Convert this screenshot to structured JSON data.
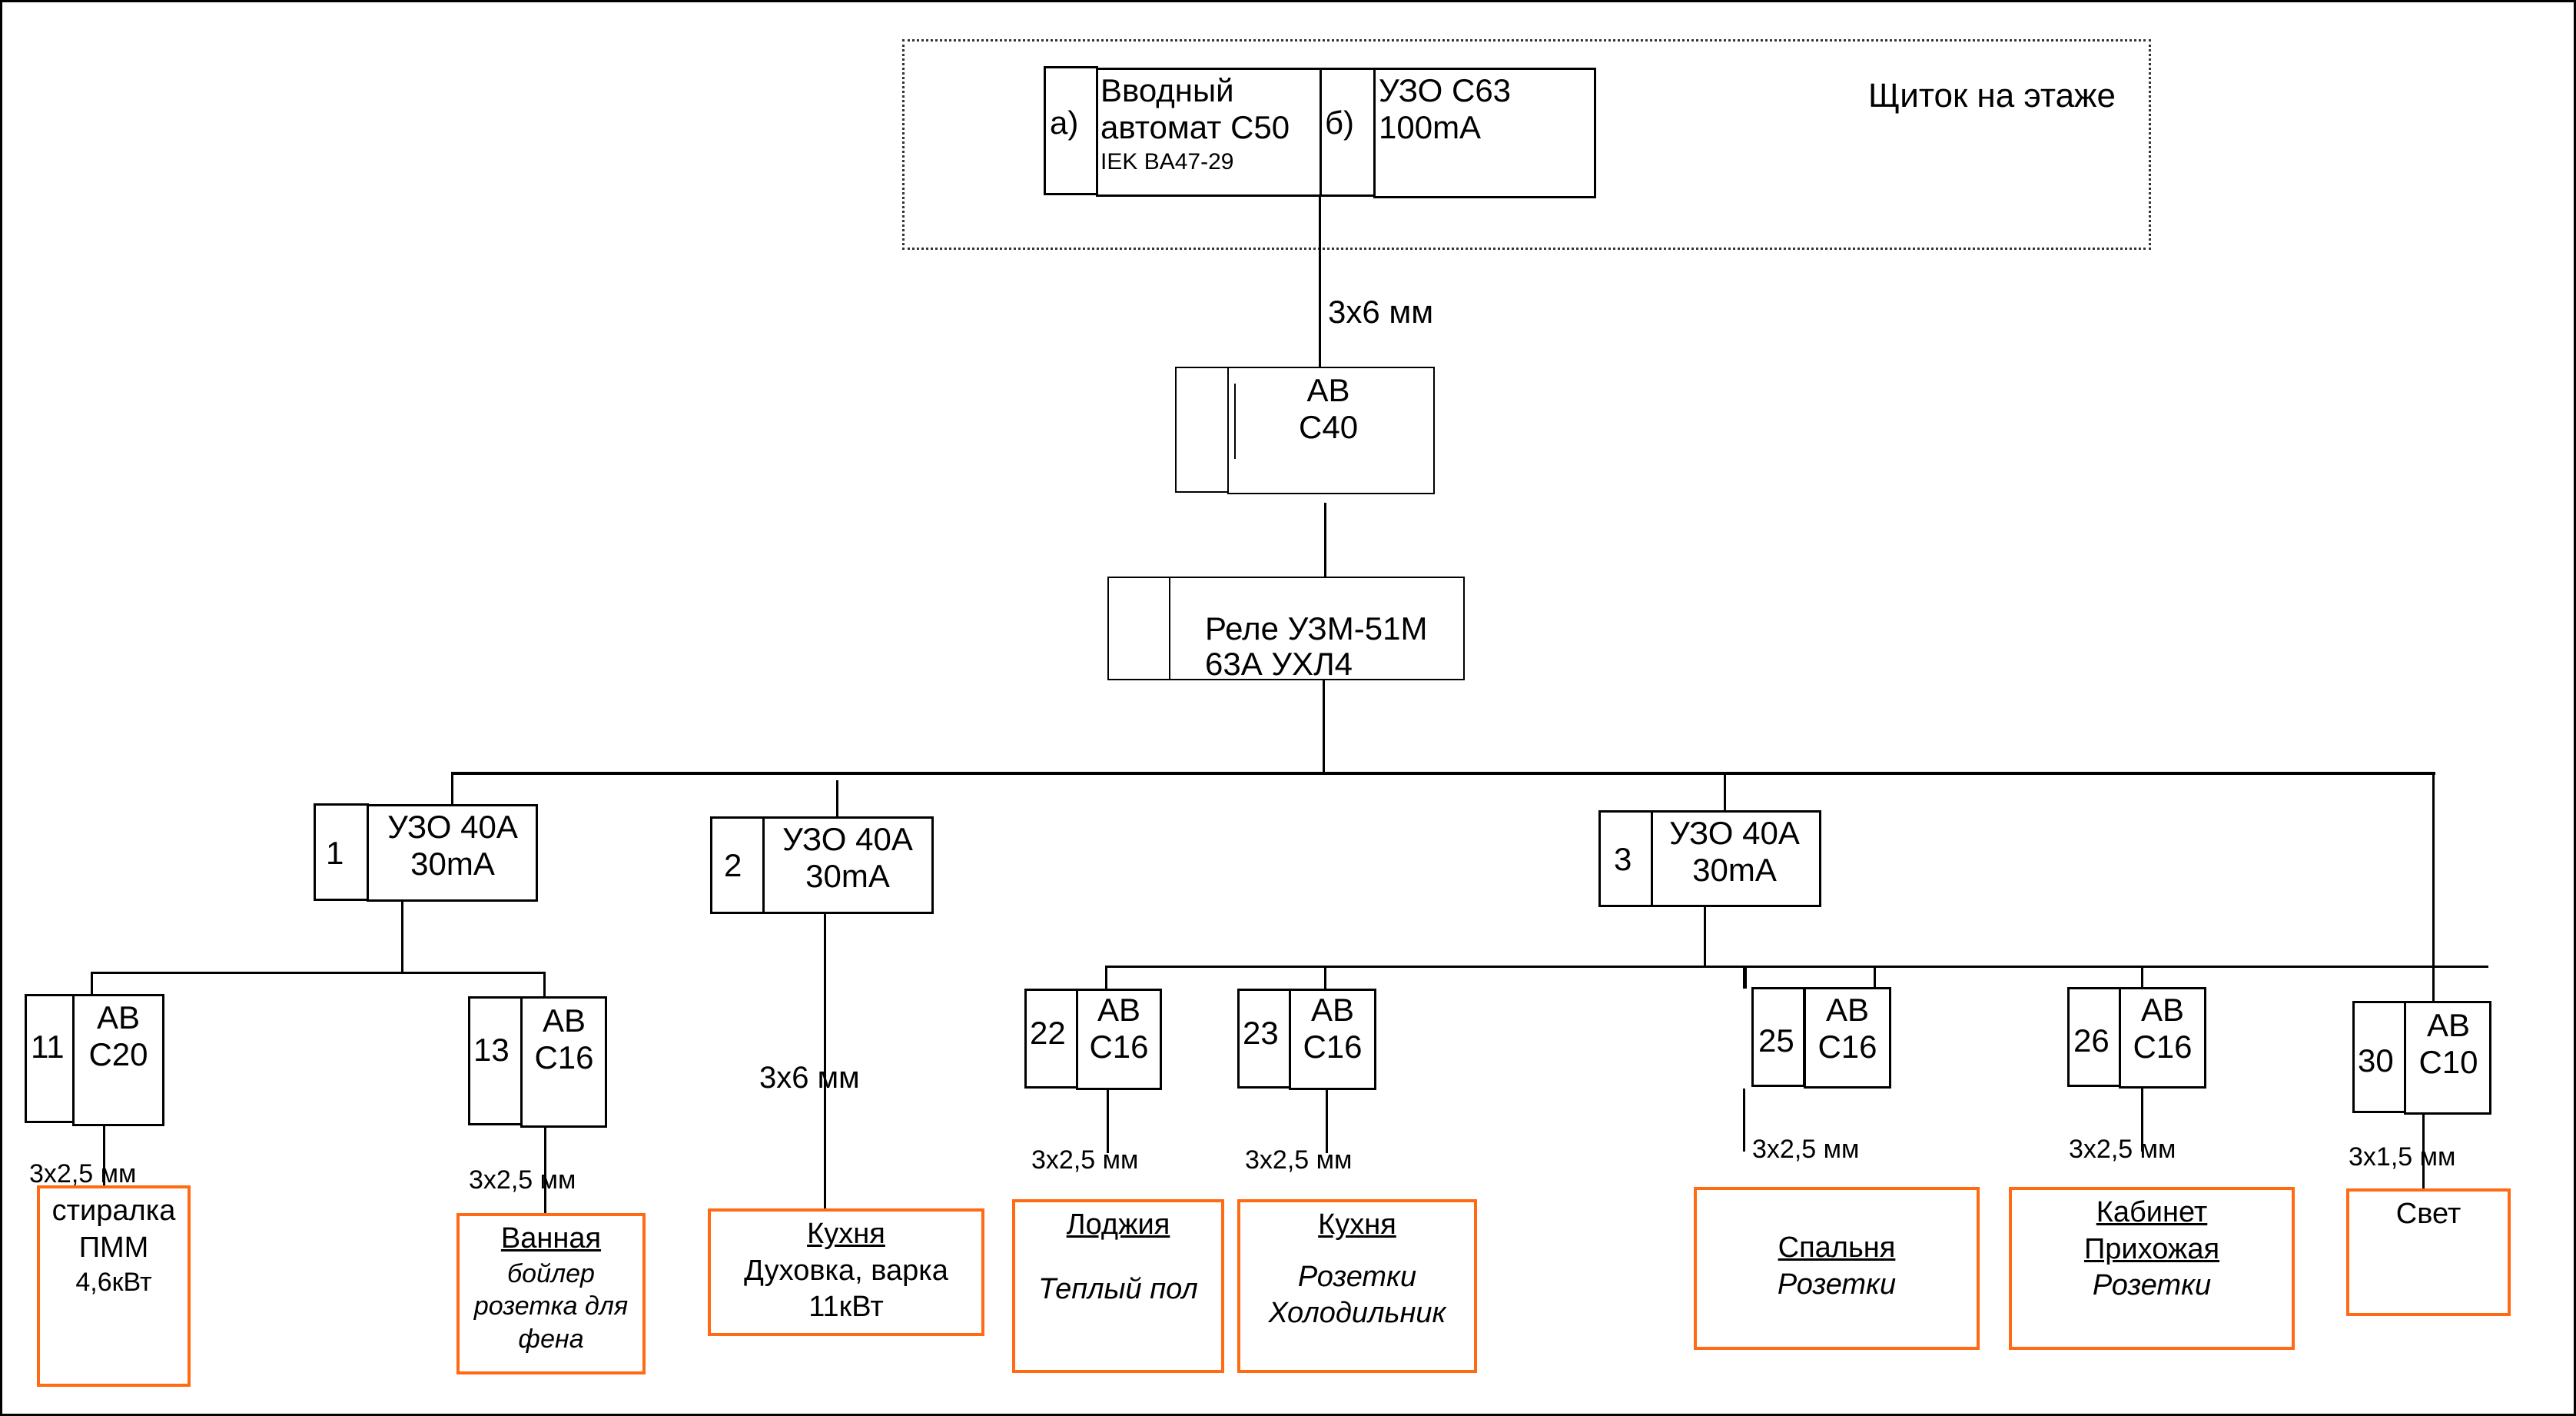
{
  "panel": {
    "title": "Щиток на этаже"
  },
  "main_breaker": {
    "tag": "а)",
    "line1": "Вводный",
    "line2": "автомат С50",
    "model": "IEK BA47-29"
  },
  "main_rcd": {
    "tag": "б)",
    "line1": "УЗО С63",
    "line2": "100mA"
  },
  "main_cable": "3x6 мм",
  "breaker_c40": {
    "line1": "АВ",
    "line2": "С40"
  },
  "relay": {
    "line1": "Реле УЗМ-51М",
    "line2": "63А УХЛ4"
  },
  "rcds": [
    {
      "num": "1",
      "line1": "УЗО 40А",
      "line2": "30mA"
    },
    {
      "num": "2",
      "line1": "УЗО 40А",
      "line2": "30mA"
    },
    {
      "num": "3",
      "line1": "УЗО 40А",
      "line2": "30mA"
    }
  ],
  "circuits": [
    {
      "num": "11",
      "line1": "АВ",
      "line2": "С20",
      "cable": "3x2,5 мм",
      "load": {
        "title": "",
        "plain": [
          "стиралка",
          "ПММ",
          "4,6кВт"
        ],
        "italic": []
      }
    },
    {
      "num": "13",
      "line1": "АВ",
      "line2": "С16",
      "cable": "3x2,5 мм",
      "load": {
        "title": "Ванная",
        "plain": [],
        "italic": [
          "бойлер",
          "розетка для",
          "фена"
        ]
      }
    },
    {
      "num": "",
      "line1": "",
      "line2": "",
      "cable": "3x6 мм",
      "load": {
        "title": "Кухня",
        "plain": [
          "Духовка, варка",
          "11кВт"
        ],
        "italic": []
      }
    },
    {
      "num": "22",
      "line1": "АВ",
      "line2": "С16",
      "cable": "3x2,5 мм",
      "load": {
        "title": "Лоджия",
        "plain": [],
        "italic": [
          "Теплый пол"
        ]
      }
    },
    {
      "num": "23",
      "line1": "АВ",
      "line2": "С16",
      "cable": "3x2,5 мм",
      "load": {
        "title": "Кухня",
        "plain": [],
        "italic": [
          "Розетки",
          "Холодильник"
        ]
      }
    },
    {
      "num": "25",
      "line1": "АВ",
      "line2": "С16",
      "cable": "3x2,5 мм",
      "load": {
        "title": "Спальня",
        "plain": [],
        "italic": [
          "Розетки"
        ]
      }
    },
    {
      "num": "26",
      "line1": "АВ",
      "line2": "С16",
      "cable": "3x2,5 мм",
      "load": {
        "title": "Кабинет",
        "title2": "Прихожая",
        "plain": [],
        "italic": [
          "Розетки"
        ]
      }
    },
    {
      "num": "30",
      "line1": "АВ",
      "line2": "С10",
      "cable": "3x1,5 мм",
      "load": {
        "title": "",
        "plain": [
          "Свет"
        ],
        "italic": []
      }
    }
  ],
  "colors": {
    "load_border": "#ff6a13",
    "line": "#000000"
  }
}
